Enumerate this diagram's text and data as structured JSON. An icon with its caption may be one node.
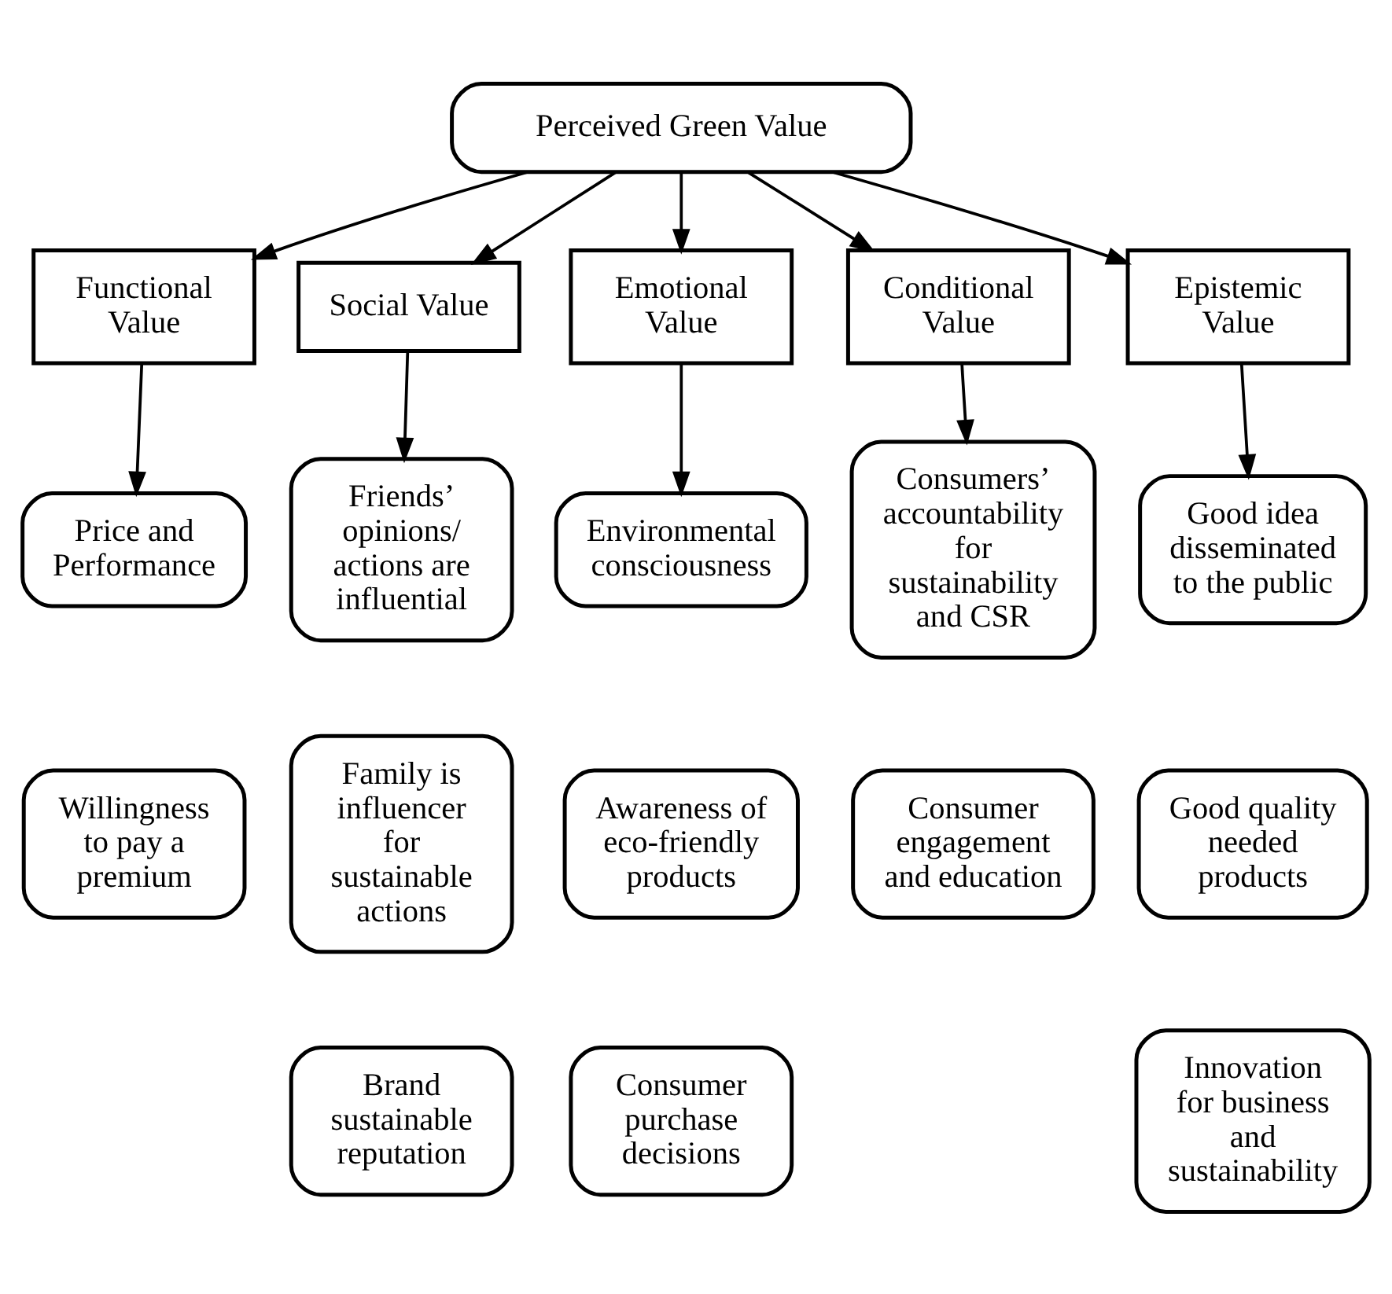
{
  "diagram": {
    "nodes": [
      {
        "text": [
          "Perceived Green Value"
        ]
      },
      {
        "text": [
          "Functional Value"
        ]
      },
      {
        "text": [
          "Social Value"
        ]
      },
      {
        "text": [
          "Emotional Value"
        ]
      },
      {
        "text": [
          "Conditional Value"
        ]
      },
      {
        "text": [
          "Epistemic Value"
        ]
      },
      {
        "text": [
          "Price and Performance"
        ]
      },
      {
        "text": [
          "Willingness to pay a premium"
        ]
      },
      {
        "text": [
          "Friends’ opinions/ actions are influential"
        ]
      },
      {
        "text": [
          "Family is influencer for sustainable actions"
        ]
      },
      {
        "text": [
          "Brand sustainable reputation"
        ]
      },
      {
        "text": [
          "Environmental consciousness"
        ]
      },
      {
        "text": [
          "Awareness of eco-friendly products"
        ]
      },
      {
        "text": [
          "Consumer purchase decisions"
        ]
      },
      {
        "text": [
          "Consumers’ accountability for sustainability and CSR"
        ]
      },
      {
        "text": [
          "Consumer engagement and education"
        ]
      },
      {
        "text": [
          "Good idea disseminated to the public"
        ]
      },
      {
        "text": [
          "Good quality needed products"
        ]
      },
      {
        "text": [
          "Innovation for business and sustainability"
        ]
      }
    ],
    "edges": [
      {
        "from": 0,
        "to": 1,
        "arrow": "to"
      },
      {
        "from": 0,
        "to": 2,
        "arrow": "to"
      },
      {
        "from": 0,
        "to": 3,
        "arrow": "to"
      },
      {
        "from": 0,
        "to": 4,
        "arrow": "to"
      },
      {
        "from": 0,
        "to": 5,
        "arrow": "to"
      },
      {
        "from": 1,
        "to": 6,
        "arrow": "to"
      },
      {
        "from": 2,
        "to": 8,
        "arrow": "to"
      },
      {
        "from": 3,
        "to": 11,
        "arrow": "to"
      },
      {
        "from": 4,
        "to": 14,
        "arrow": "to"
      },
      {
        "from": 5,
        "to": 16,
        "arrow": "to"
      }
    ]
  }
}
